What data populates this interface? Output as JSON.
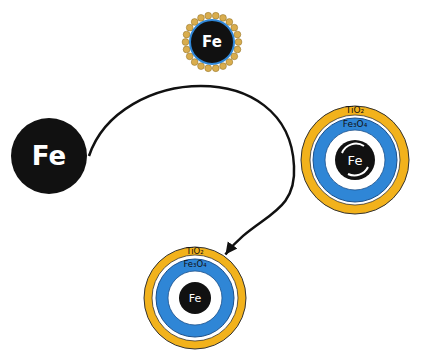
{
  "diagram": {
    "nodes": [
      {
        "text": [
          "Fe"
        ]
      },
      {
        "text": [
          "Fe"
        ]
      },
      {
        "text": [
          "TiO₂"
        ]
      },
      {
        "text": [
          "Fe₃O₄"
        ],
        "in": 2
      },
      {
        "text": [
          "Fe"
        ],
        "in": 3
      },
      {
        "text": [
          "TiO₂"
        ]
      },
      {
        "text": [
          "Fe₃O₄"
        ],
        "in": 5
      },
      {
        "text": [
          "Fe"
        ],
        "in": 6
      }
    ],
    "edges": [
      {
        "from": 0,
        "to": 5,
        "arrow": "to"
      }
    ]
  }
}
